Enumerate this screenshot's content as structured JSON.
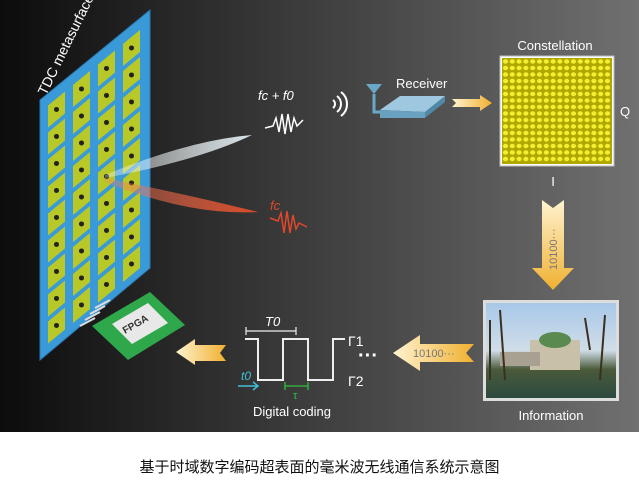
{
  "labels": {
    "metasurface": "TDC metasurface",
    "receiver": "Receiver",
    "constellation": "Constellation",
    "axis_q": "Q",
    "axis_i": "I",
    "bits_down": "10100···",
    "bits_left": "10100···",
    "information": "Information",
    "digital_coding": "Digital coding",
    "fpga": "FPGA",
    "f_sum": "fc + f0",
    "f_c": "fc",
    "T0": "T0",
    "t0": "t0",
    "tau": "τ",
    "gamma1": "Γ1",
    "gamma2": "Γ2",
    "ellipsis": "···"
  },
  "caption": "基于时域数字编码超表面的毫米波无线通信系统示意图",
  "colors": {
    "panel": "#3a9ad8",
    "cell": "#b8c828",
    "arrow": "#f0b840",
    "wave_red": "#e0472c",
    "constellation": "#f2ef30",
    "fpga": "#2ea84a"
  }
}
